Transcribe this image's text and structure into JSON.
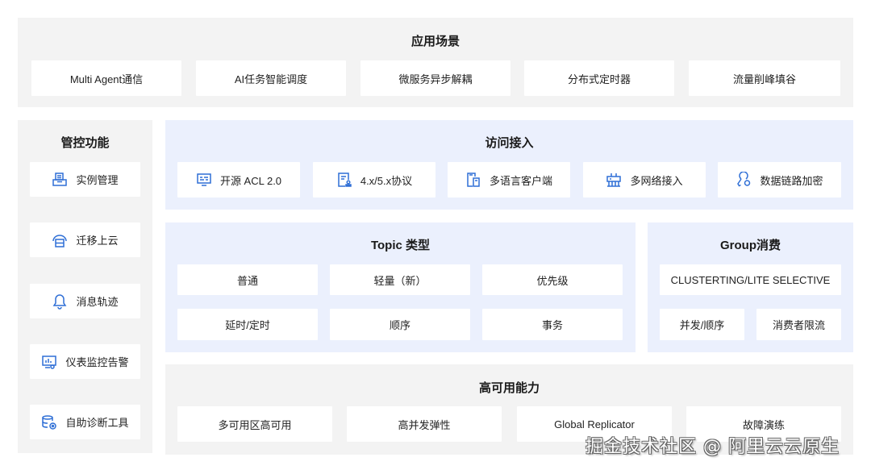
{
  "scenarios": {
    "title": "应用场景",
    "items": [
      "Multi Agent通信",
      "AI任务智能调度",
      "微服务异步解耦",
      "分布式定时器",
      "流量削峰填谷"
    ]
  },
  "management": {
    "title": "管控功能",
    "items": [
      {
        "label": "实例管理",
        "icon": "instance-icon"
      },
      {
        "label": "迁移上云",
        "icon": "cloud-migrate-icon"
      },
      {
        "label": "消息轨迹",
        "icon": "bell-icon"
      },
      {
        "label": "仪表监控告警",
        "icon": "monitor-dashboard-icon"
      },
      {
        "label": "自助诊断工具",
        "icon": "database-diagnose-icon"
      }
    ]
  },
  "access": {
    "title": "访问接入",
    "items": [
      {
        "label": "开源 ACL 2.0",
        "icon": "acl-icon"
      },
      {
        "label": "4.x/5.x协议",
        "icon": "protocol-doc-icon"
      },
      {
        "label": "多语言客户端",
        "icon": "client-devices-icon"
      },
      {
        "label": "多网络接入",
        "icon": "network-icon"
      },
      {
        "label": "数据链路加密",
        "icon": "encryption-key-icon"
      }
    ]
  },
  "topic": {
    "title": "Topic 类型",
    "items": [
      "普通",
      "轻量（新）",
      "优先级",
      "延时/定时",
      "顺序",
      "事务"
    ]
  },
  "group": {
    "title": "Group消费",
    "wide_item": "CLUSTERTING/LITE SELECTIVE",
    "items": [
      "并发/顺序",
      "消费者限流"
    ]
  },
  "ha": {
    "title": "高可用能力",
    "items": [
      "多可用区高可用",
      "高并发弹性",
      "Global Replicator",
      "故障演练"
    ]
  },
  "watermark": "掘金技术社区 @ 阿里云云原生",
  "colors": {
    "accent": "#2f6fd6",
    "gray_panel": "#f3f3f3",
    "blue_panel": "#ebf0fd",
    "card": "#ffffff"
  }
}
